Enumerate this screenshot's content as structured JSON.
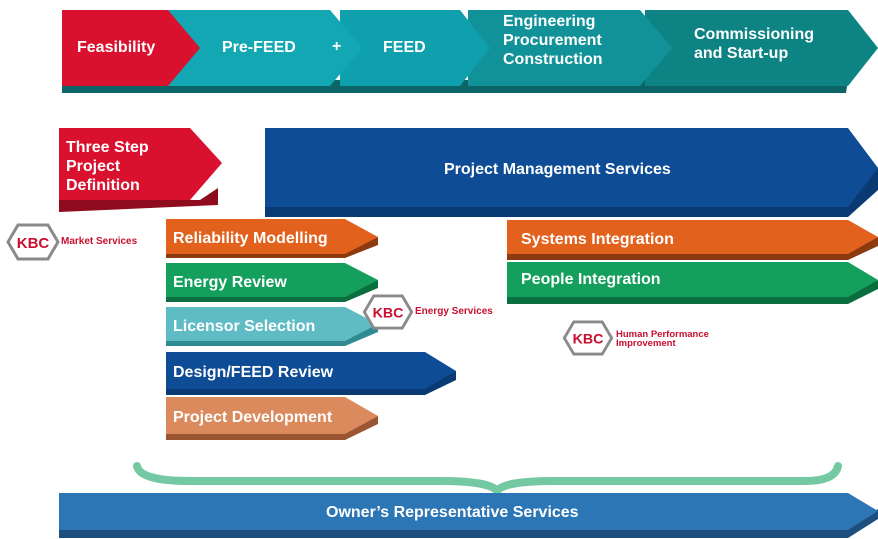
{
  "phases": [
    {
      "label": "Feasibility",
      "color": "#d9112e"
    },
    {
      "label": "Pre-FEED",
      "color": "#12a7b3"
    },
    {
      "label": "+",
      "color": "#12a7b3"
    },
    {
      "label": "FEED",
      "color": "#0ea0ad"
    },
    {
      "label": "Engineering\nProcurement\nConstruction",
      "color": "#119299"
    },
    {
      "label": "Commissioning\nand Start-up",
      "color": "#0e8383"
    }
  ],
  "three_step": {
    "label": "Three Step\nProject\nDefinition",
    "color": "#d9112e"
  },
  "project_management": {
    "label": "Project Management Services",
    "color": "#0e4d96"
  },
  "services": [
    {
      "label": "Reliability Modelling",
      "color": "#e2611d"
    },
    {
      "label": "Energy Review",
      "color": "#14a05c"
    },
    {
      "label": "Licensor Selection",
      "color": "#5fbcc4"
    },
    {
      "label": "Design/FEED Review",
      "color": "#0e4d96"
    },
    {
      "label": "Project Development",
      "color": "#db8a5e"
    }
  ],
  "integration": [
    {
      "label": "Systems Integration",
      "color": "#e2611d"
    },
    {
      "label": "People Integration",
      "color": "#14a05c"
    }
  ],
  "badges": [
    {
      "logo": "KBC",
      "caption": "Market Services"
    },
    {
      "logo": "KBC",
      "caption": "Energy Services"
    },
    {
      "logo": "KBC",
      "caption": "Human Performance\nImprovement"
    }
  ],
  "owners_rep": {
    "label": "Owner’s Representative Services",
    "color": "#2d76b6"
  },
  "brace_color": "#74c9a3",
  "logo_red": "#c8102e"
}
